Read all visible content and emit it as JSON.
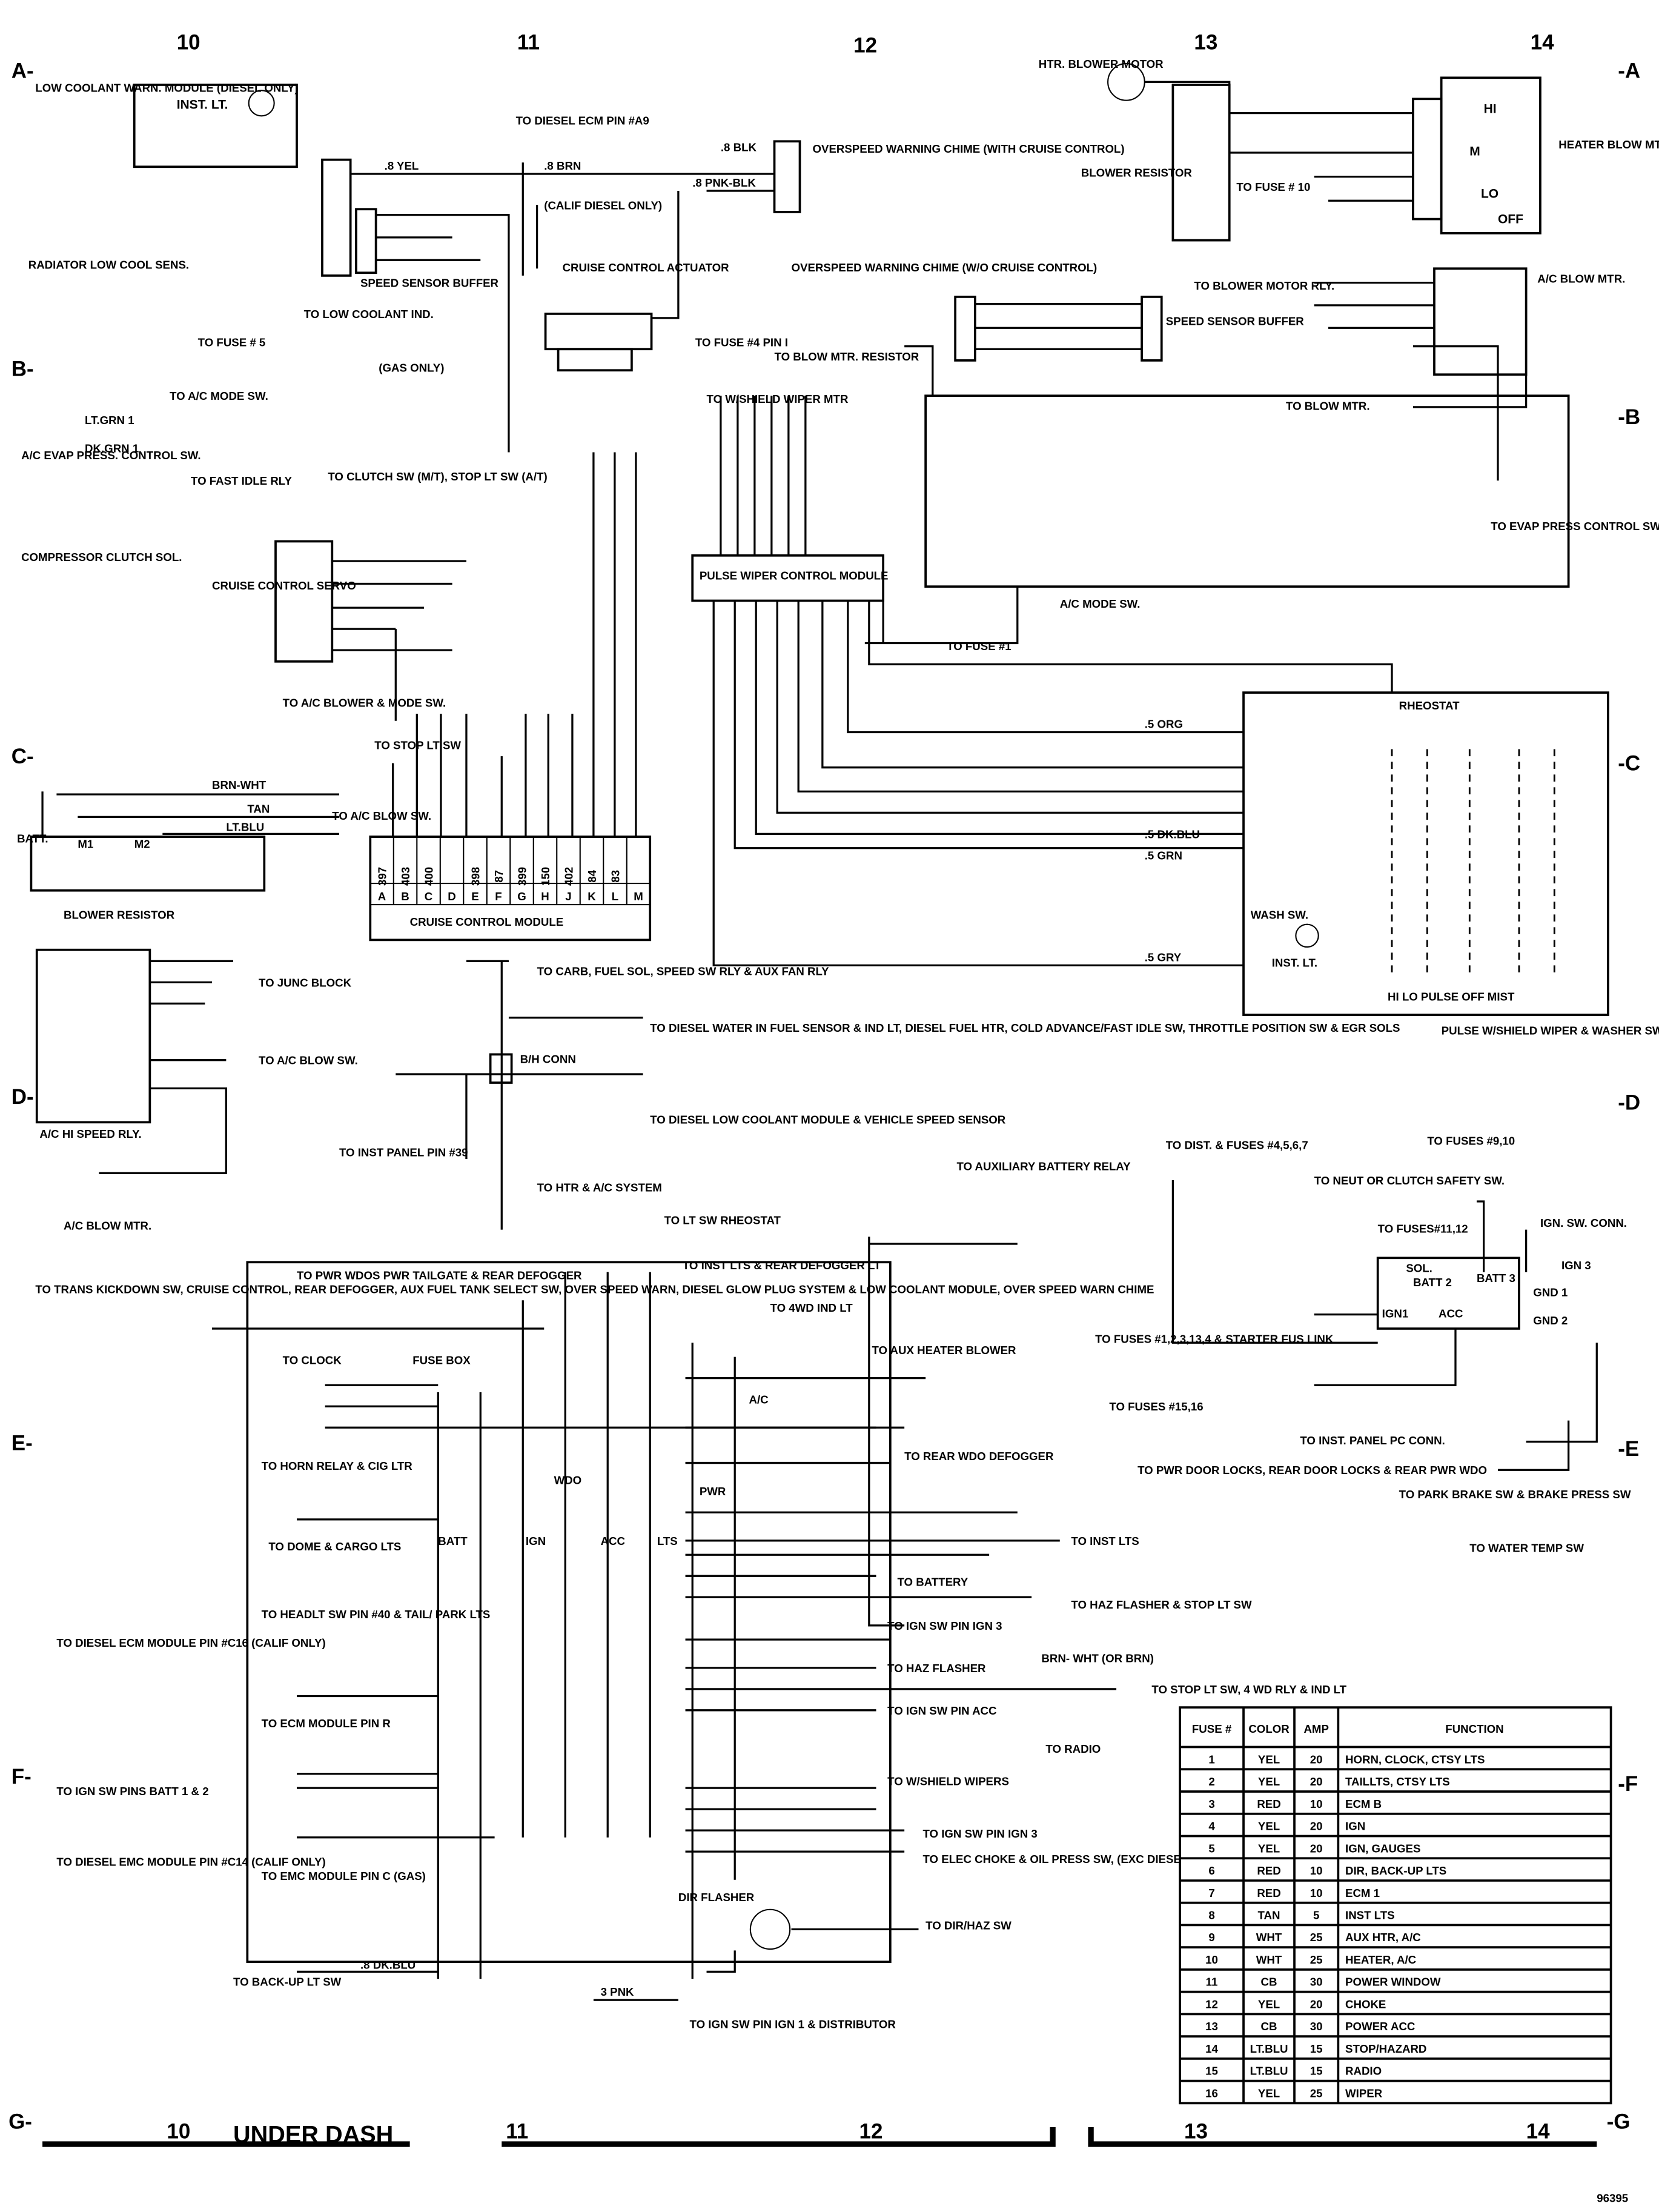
{
  "grid": {
    "top": [
      "10",
      "11",
      "12",
      "13",
      "14"
    ],
    "left_rows": [
      "A-",
      "B-",
      "C-",
      "D-",
      "E-",
      "F-",
      "G-"
    ],
    "right_rows": [
      "-A",
      "-B",
      "-C",
      "-D",
      "-E",
      "-F",
      "-G"
    ],
    "bottom": [
      "10",
      "11",
      "12",
      "13",
      "14"
    ],
    "footer_title": "UNDER DASH",
    "figure_number": "96395"
  },
  "labels": {
    "inst_lt": "INST. LT.",
    "low_coolant": "LOW COOLANT WARN. MODULE (DIESEL ONLY)",
    "radiator": "RADIATOR LOW COOL SENS.",
    "to_fuse5": "TO FUSE # 5",
    "to_low_coolant_ind": "TO LOW COOLANT IND.",
    "to_diesel_ecm": "TO DIESEL ECM PIN #A9",
    "overspeed_cruise": "OVERSPEED WARNING CHIME (WITH CRUISE CONTROL)",
    "calif_diesel": "(CALIF DIESEL ONLY)",
    "speed_sensor_buffer": "SPEED SENSOR BUFFER",
    "cruise_actuator": "CRUISE CONTROL ACTUATOR",
    "gas_only": "(GAS ONLY)",
    "to_fuse4": "TO FUSE #4 PIN I",
    "overspeed_no_cruise": "OVERSPEED WARNING CHIME (W/O CRUISE CONTROL)",
    "htr_blower_motor": "HTR. BLOWER MOTOR",
    "blower_resistor_top": "BLOWER RESISTOR",
    "to_fuse10": "TO FUSE # 10",
    "heater_blow_mtr": "HEATER BLOW MTR.",
    "hi": "HI",
    "m": "M",
    "lo": "LO",
    "off": "OFF",
    "speed_sensor_buffer2": "SPEED SENSOR BUFFER",
    "to_blower_motor_rly": "TO BLOWER MOTOR RLY.",
    "ac_blow_mtr": "A/C BLOW MTR.",
    "to_blow_mtr": "TO BLOW MTR.",
    "to_blow_mtr_resistor": "TO BLOW MTR. RESISTOR",
    "to_ac_mode_sw": "TO A/C MODE SW.",
    "ac_evap": "A/C EVAP PRESS. CONTROL SW.",
    "to_fast_idle": "TO FAST IDLE RLY",
    "compressor": "COMPRESSOR CLUTCH SOL.",
    "to_wshield_wiper_mtr": "TO W/SHIELD WIPER MTR",
    "pulse_wiper_module": "PULSE WIPER CONTROL MODULE",
    "to_clutch_sw": "TO CLUTCH SW (M/T), STOP LT SW (A/T)",
    "cruise_servo": "CRUISE CONTROL SERVO",
    "ac_mode_sw": "A/C MODE SW.",
    "to_evap_press": "TO EVAP PRESS CONTROL SW.",
    "to_fuse1": "TO FUSE #1",
    "rheostat": "RHEOSTAT",
    "to_ac_blower_mode": "TO A/C BLOWER & MODE SW.",
    "to_stop_lt_sw": "TO STOP LT SW",
    "cruise_module": "CRUISE CONTROL MODULE",
    "to_ac_blow_sw": "TO A/C BLOW SW.",
    "blower_resistor": "BLOWER RESISTOR",
    "batt": "BATT.",
    "m1": "M1",
    "m2": "M2",
    "to_junc_block": "TO JUNC BLOCK",
    "to_ac_blow_sw2": "TO A/C BLOW SW.",
    "ac_hi_speed_rly": "A/C HI SPEED RLY.",
    "ac_blow_mtr2": "A/C BLOW MTR.",
    "wash_sw": "WASH SW.",
    "inst_lt2": "INST. LT.",
    "wiper_sw": "PULSE W/SHIELD WIPER & WASHER SW.",
    "wiper_positions": "HI    LO   PULSE  OFF   MIST",
    "to_carb": "TO CARB, FUEL SOL, SPEED SW RLY & AUX FAN RLY",
    "to_diesel_water": "TO DIESEL WATER IN FUEL SENSOR & IND LT, DIESEL FUEL HTR, COLD ADVANCE/FAST IDLE SW, THROTTLE POSITION SW & EGR SOLS",
    "bh_conn": "B/H CONN",
    "to_diesel_low_coolant": "TO DIESEL LOW COOLANT MODULE & VEHICLE SPEED SENSOR",
    "to_inst_panel39": "TO INST PANEL PIN #39",
    "to_htr_ac": "TO HTR & A/C SYSTEM",
    "to_lt_sw_rheostat": "TO LT SW RHEOSTAT",
    "to_aux_batt": "TO AUXILIARY BATTERY RELAY",
    "to_pwr_wdos": "TO PWR WDOS PWR TAILGATE & REAR DEFOGGER",
    "to_inst_lts_defog": "TO INST LTS & REAR DEFOGGER LT",
    "to_4wd": "TO 4WD IND LT",
    "to_aux_heater": "TO AUX HEATER BLOWER",
    "to_trans": "TO TRANS KICKDOWN SW, CRUISE CONTROL, REAR DEFOGGER, AUX FUEL TANK SELECT SW, OVER SPEED WARN, DIESEL GLOW PLUG SYSTEM & LOW COOLANT MODULE, OVER SPEED WARN CHIME",
    "to_clock": "TO CLOCK",
    "fuse_box": "FUSE BOX",
    "to_horn": "TO HORN RELAY & CIG LTR",
    "to_dome": "TO DOME & CARGO LTS",
    "to_headlt": "TO HEADLT SW PIN #40 & TAIL/ PARK LTS",
    "to_diesel_ecm_c16": "TO DIESEL ECM MODULE PIN #C16 (CALIF ONLY)",
    "to_ecm_r": "TO ECM MODULE PIN R",
    "to_ign_batt": "TO IGN SW PINS BATT 1 & 2",
    "to_diesel_emc": "TO DIESEL EMC MODULE PIN #C14 (CALIF ONLY)",
    "to_emc_c": "TO EMC MODULE PIN C (GAS)",
    "to_backup": "TO BACK-UP LT SW",
    "to_ign_ign1": "TO IGN SW PIN IGN 1 & DISTRIBUTOR",
    "batt_lbl": "BATT",
    "ign_lbl": "IGN",
    "acc_lbl": "ACC",
    "lts_lbl": "LTS",
    "pwr_lbl": "PWR",
    "wdo_lbl": "WDO",
    "ac_lbl": "A/C",
    "to_rear_wdo_defog": "TO REAR WDO DEFOGGER",
    "to_inst_lts": "TO INST LTS",
    "to_battery": "TO BATTERY",
    "to_haz_stop": "TO HAZ FLASHER & STOP LT SW",
    "to_ign_ign3": "TO IGN SW PIN IGN 3",
    "to_haz_flasher": "TO HAZ FLASHER",
    "to_ign_acc": "TO IGN SW PIN ACC",
    "to_wipers": "TO W/SHIELD WIPERS",
    "to_radio": "TO RADIO",
    "to_ign_ign3b": "TO IGN SW PIN IGN 3",
    "to_elec_choke": "TO ELEC CHOKE & OIL PRESS SW, (EXC DIESEL)",
    "to_dir_haz": "TO DIR/HAZ SW",
    "dir_flasher": "DIR FLASHER",
    "to_pwr_door": "TO PWR DOOR LOCKS, REAR DOOR LOCKS & REAR PWR WDO",
    "to_stop_4wd": "TO STOP LT SW, 4 WD RLY & IND LT",
    "brn_wht_or_brn": "BRN- WHT (OR BRN)",
    "to_dist_fuses": "TO DIST. & FUSES #4,5,6,7",
    "to_fuses_910": "TO FUSES #9,10",
    "to_neut": "TO NEUT OR CLUTCH SAFETY SW.",
    "to_fuses_1112": "TO FUSES#11,12",
    "ign_sw_conn": "IGN. SW. CONN.",
    "sol": "SOL.",
    "batt2": "BATT 2",
    "batt3": "BATT 3",
    "ign1": "IGN1",
    "acc": "ACC",
    "ign3": "IGN 3",
    "gnd1": "GND 1",
    "gnd2": "GND 2",
    "to_fuses_1234": "TO FUSES #1,2,3,13,4 & STARTER FUS LINK",
    "to_fuses_1516": "TO FUSES #15,16",
    "to_inst_panel_pc": "TO INST. PANEL PC CONN.",
    "to_park_brake": "TO PARK BRAKE SW & BRAKE PRESS SW",
    "to_water_temp": "TO WATER TEMP SW",
    "wire_yel": ".8 YEL",
    "wire_brn": ".8 BRN",
    "wire_blk": ".8 BLK",
    "wire_pnkblk": ".8 PNK-BLK",
    "wire_ltgrn": "LT.GRN 1",
    "wire_dkgrn": "DK.GRN 1",
    "wire_brnwht": "BRN-WHT",
    "wire_tan": "TAN",
    "wire_ltblu": "LT.BLU",
    "wire_org": ".5 ORG",
    "wire_gry": ".5 GRY",
    "wire_grn": ".5 GRN",
    "wire_dkblu": ".5 DK.BLU",
    "wire_pnk": "3 PNK",
    "wire_dkblu8": ".8 DK.BLU"
  },
  "fuse_table": {
    "headers": [
      "FUSE #",
      "COLOR",
      "AMP",
      "FUNCTION"
    ],
    "rows": [
      [
        "1",
        "YEL",
        "20",
        "HORN, CLOCK, CTSY LTS"
      ],
      [
        "2",
        "YEL",
        "20",
        "TAILLTS, CTSY LTS"
      ],
      [
        "3",
        "RED",
        "10",
        "ECM B"
      ],
      [
        "4",
        "YEL",
        "20",
        "IGN"
      ],
      [
        "5",
        "YEL",
        "20",
        "IGN, GAUGES"
      ],
      [
        "6",
        "RED",
        "10",
        "DIR, BACK-UP LTS"
      ],
      [
        "7",
        "RED",
        "10",
        "ECM 1"
      ],
      [
        "8",
        "TAN",
        "5",
        "INST LTS"
      ],
      [
        "9",
        "WHT",
        "25",
        "AUX HTR, A/C"
      ],
      [
        "10",
        "WHT",
        "25",
        "HEATER, A/C"
      ],
      [
        "11",
        "CB",
        "30",
        "POWER WINDOW"
      ],
      [
        "12",
        "YEL",
        "20",
        "CHOKE"
      ],
      [
        "13",
        "CB",
        "30",
        "POWER ACC"
      ],
      [
        "14",
        "LT.BLU",
        "15",
        "STOP/HAZARD"
      ],
      [
        "15",
        "LT.BLU",
        "15",
        "RADIO"
      ],
      [
        "16",
        "YEL",
        "25",
        "WIPER"
      ]
    ]
  },
  "cruise_module_pins": {
    "numbers": [
      "397",
      "403",
      "400",
      "",
      "398",
      "87",
      "399",
      "150",
      "402",
      "84",
      "83"
    ],
    "letters": [
      "A",
      "B",
      "C",
      "D",
      "E",
      "F",
      "G",
      "H",
      "J",
      "K",
      "L",
      "M"
    ]
  }
}
